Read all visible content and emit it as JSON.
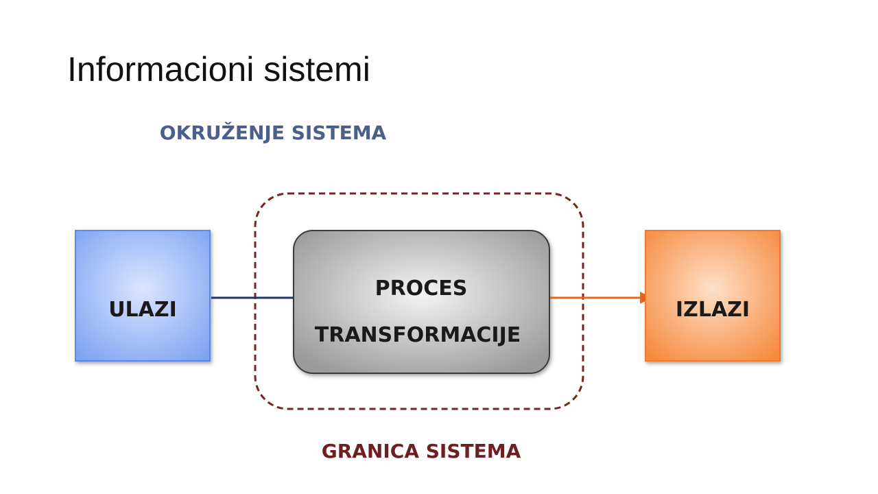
{
  "slide": {
    "title": "Informacioni sistemi"
  },
  "diagram": {
    "environment_label": "OKRUŽENJE SISTEMA",
    "boundary_label": "GRANICA SISTEMA",
    "input_box": {
      "label": "ULAZI"
    },
    "process_box": {
      "line1": "PROCES",
      "line2": "TRANSFORMACIJE"
    },
    "output_box": {
      "label": "IZLAZI"
    }
  },
  "colors": {
    "environment_label": "#4a5f8a",
    "boundary": "#7a2222",
    "input_fill": "#8fb0f6",
    "input_stroke": "#5a86e6",
    "input_arrow": "#1f3466",
    "output_fill": "#f59a5a",
    "output_stroke": "#f07a30",
    "output_arrow": "#e8651c",
    "process_fill": "#b8b8b8",
    "process_stroke": "#3a3a3a"
  }
}
